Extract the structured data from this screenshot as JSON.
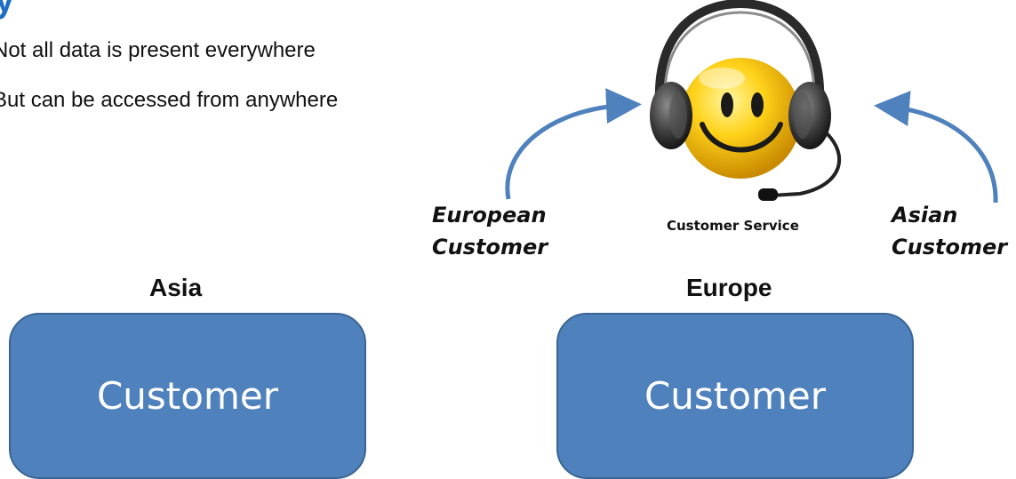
{
  "slide": {
    "title_fragment": "y",
    "bullets": [
      "Not all data is present everywhere",
      "But can be accessed from anywhere"
    ]
  },
  "regions": {
    "asia": {
      "label": "Asia",
      "box_text": "Customer"
    },
    "europe": {
      "label": "Europe",
      "box_text": "Customer"
    }
  },
  "service": {
    "label": "Customer Service",
    "left_caller": [
      "European",
      "Customer"
    ],
    "right_caller": [
      "Asian",
      "Customer"
    ]
  },
  "colors": {
    "box_fill": "#4f81bd",
    "box_border": "#3a6593",
    "arrow": "#4f81bd",
    "title": "#1f6fc5"
  },
  "icons": [
    "headset-smiley-icon",
    "arrow-curved-right-icon",
    "arrow-curved-left-icon"
  ]
}
